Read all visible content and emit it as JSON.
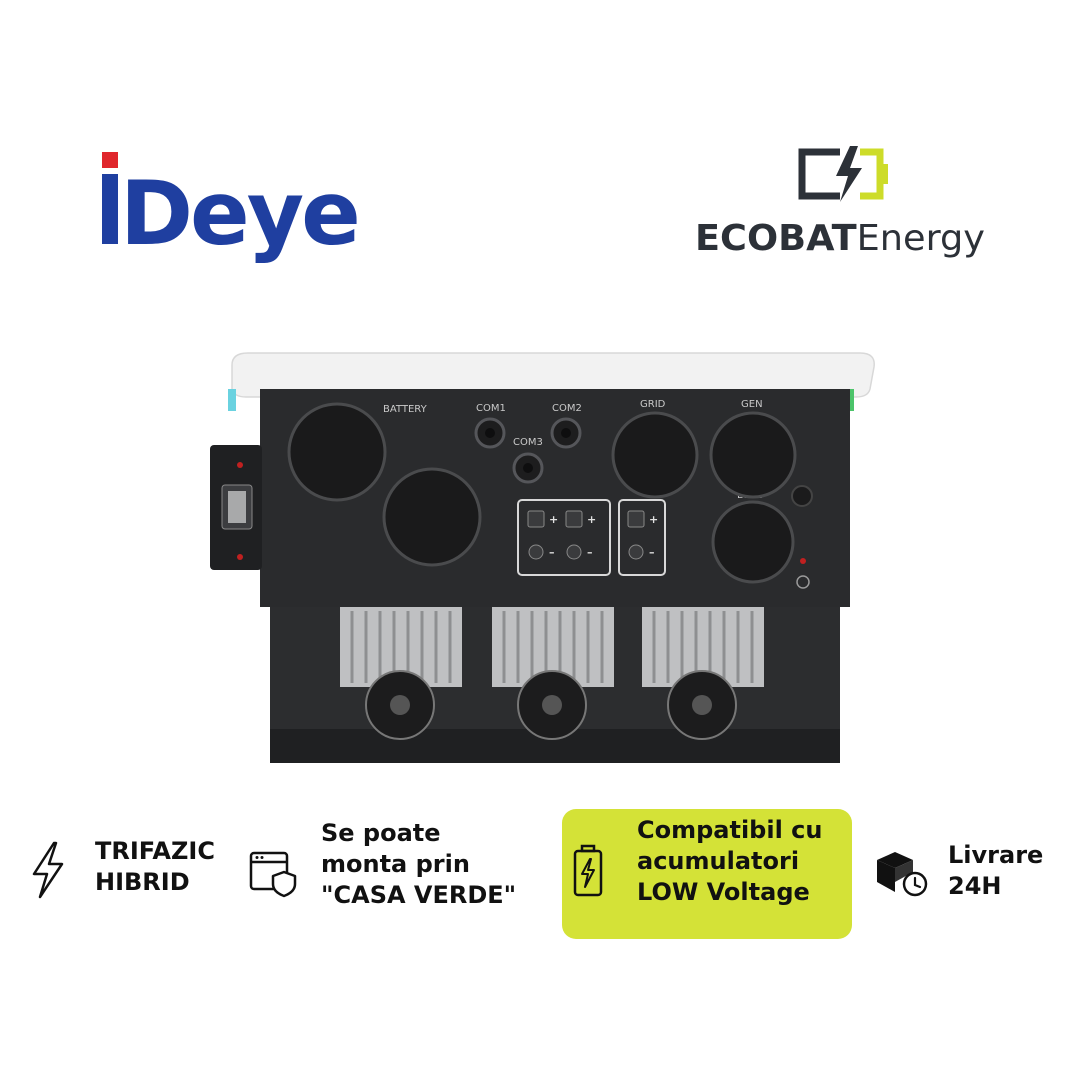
{
  "brand_left": {
    "name": "Deye"
  },
  "brand_right": {
    "name_bold": "ECOBAT",
    "name_light": "Energy"
  },
  "product": {
    "labels": {
      "battery": "BATTERY",
      "com1": "COM1",
      "com2": "COM2",
      "com3": "COM3",
      "grid": "GRID",
      "gen": "GEN",
      "load": "LOAD"
    }
  },
  "features": [
    {
      "icon": "lightning-bolt-icon",
      "lines": [
        "TRIFAZIC",
        "HIBRID"
      ]
    },
    {
      "icon": "window-shield-icon",
      "lines": [
        "Se poate",
        "monta prin",
        "\"CASA VERDE\""
      ]
    },
    {
      "icon": "battery-charge-icon",
      "lines": [
        "Compatibil cu",
        "acumulatori",
        "LOW Voltage"
      ]
    },
    {
      "icon": "delivery-box-clock-icon",
      "lines": [
        "Livrare",
        "24H"
      ]
    }
  ],
  "colors": {
    "deye_blue": "#1f3fa0",
    "deye_red": "#e0262c",
    "ecobat_dark": "#2c3138",
    "ecobat_lime": "#cddc29",
    "highlight_box": "#d4e237",
    "device_body": "#2a2b2d",
    "device_top": "#f2f2f2"
  }
}
